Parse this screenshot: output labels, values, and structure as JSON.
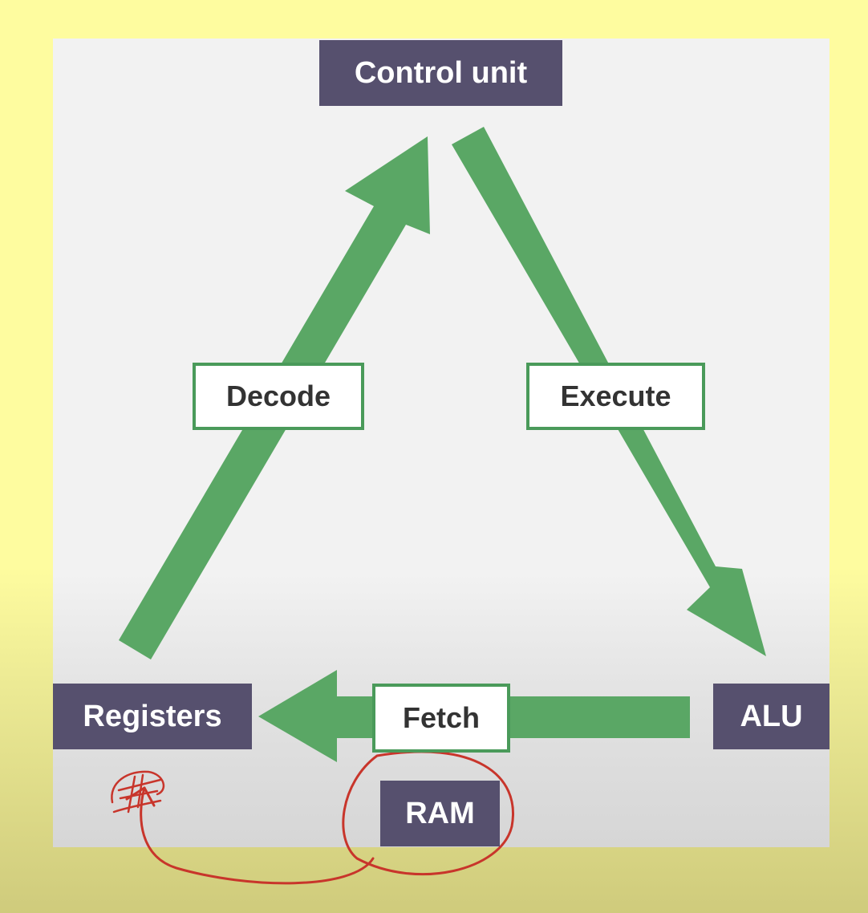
{
  "diagram": {
    "nodes": {
      "control_unit": "Control unit",
      "registers": "Registers",
      "alu": "ALU",
      "ram": "RAM"
    },
    "edges": [
      {
        "from": "registers",
        "to": "control_unit",
        "label": "Decode"
      },
      {
        "from": "control_unit",
        "to": "alu",
        "label": "Execute"
      },
      {
        "from": "alu",
        "to": "registers",
        "label": "Fetch"
      }
    ],
    "annotation": {
      "kind": "handwritten-red-loop",
      "from": "ram",
      "to": "registers",
      "color": "#c8352b"
    },
    "colors": {
      "arrow": "#5aa765",
      "node_box": "#56506e",
      "label_border": "#4a9a5a",
      "background": "#fefc9f"
    }
  }
}
